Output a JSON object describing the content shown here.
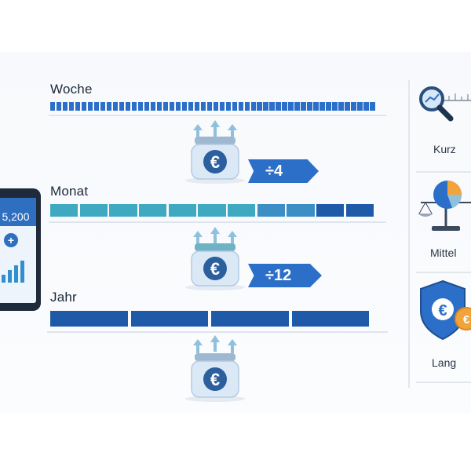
{
  "rows": [
    {
      "label": "Woche",
      "divisor": ""
    },
    {
      "label": "Monat",
      "divisor": "÷4"
    },
    {
      "label": "Jahr",
      "divisor": "÷12"
    }
  ],
  "side": [
    {
      "label": "Kurz",
      "icon": "magnifier-chart-icon"
    },
    {
      "label": "Mittel",
      "icon": "balance-scale-pie-icon"
    },
    {
      "label": "Lang",
      "icon": "euro-shield-icon"
    }
  ],
  "jar_symbol": "€",
  "phone": {
    "amount": "5,200",
    "plus": "+"
  },
  "colors": {
    "accent": "#2c6fc8",
    "teal": "#3fa9c1",
    "dark_blue": "#1f5aa8",
    "jar": "#d9e6f3",
    "arrow": "#8fc1dc",
    "coin": "#f2a33a"
  }
}
